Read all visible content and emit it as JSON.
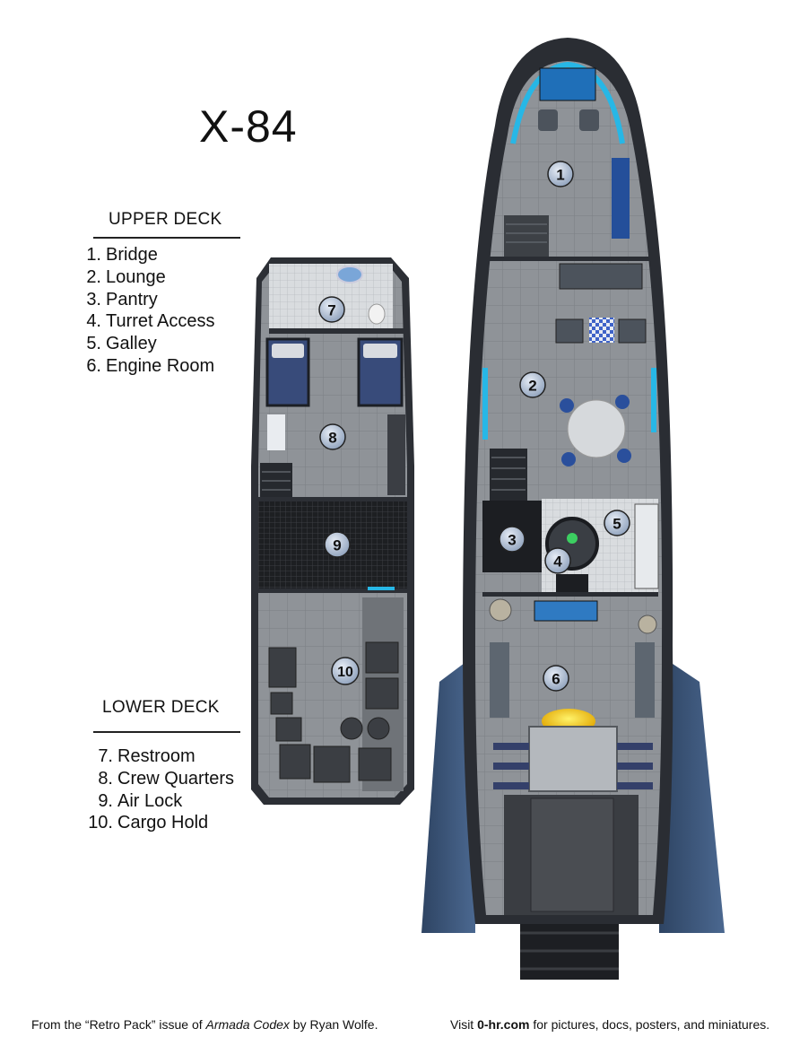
{
  "title": "X-84",
  "upper_deck": {
    "heading": "UPPER DECK",
    "rooms": [
      {
        "num": "1.",
        "name": "Bridge"
      },
      {
        "num": "2.",
        "name": "Lounge"
      },
      {
        "num": "3.",
        "name": "Pantry"
      },
      {
        "num": "4.",
        "name": "Turret Access"
      },
      {
        "num": "5.",
        "name": "Galley"
      },
      {
        "num": "6.",
        "name": "Engine Room"
      }
    ]
  },
  "lower_deck": {
    "heading": "LOWER DECK",
    "rooms": [
      {
        "num": "7.",
        "name": "Restroom"
      },
      {
        "num": "8.",
        "name": "Crew Quarters"
      },
      {
        "num": "9.",
        "name": "Air Lock"
      },
      {
        "num": "10.",
        "name": "Cargo Hold"
      }
    ]
  },
  "map_markers": [
    "1",
    "2",
    "3",
    "4",
    "5",
    "6",
    "7",
    "8",
    "9",
    "10"
  ],
  "footer": {
    "credit_prefix": "From the “Retro Pack” issue of ",
    "credit_publication": "Armada Codex",
    "credit_suffix": " by Ryan Wolfe.",
    "visit_prefix": "Visit ",
    "site": "0-hr.com",
    "visit_suffix": " for pictures, docs, posters, and miniatures."
  },
  "colors": {
    "hull": "#2a2d33",
    "floor": "#8e9297",
    "fin": "#3d5577",
    "window": "#27b7e6",
    "marker": "#aab8cc"
  }
}
